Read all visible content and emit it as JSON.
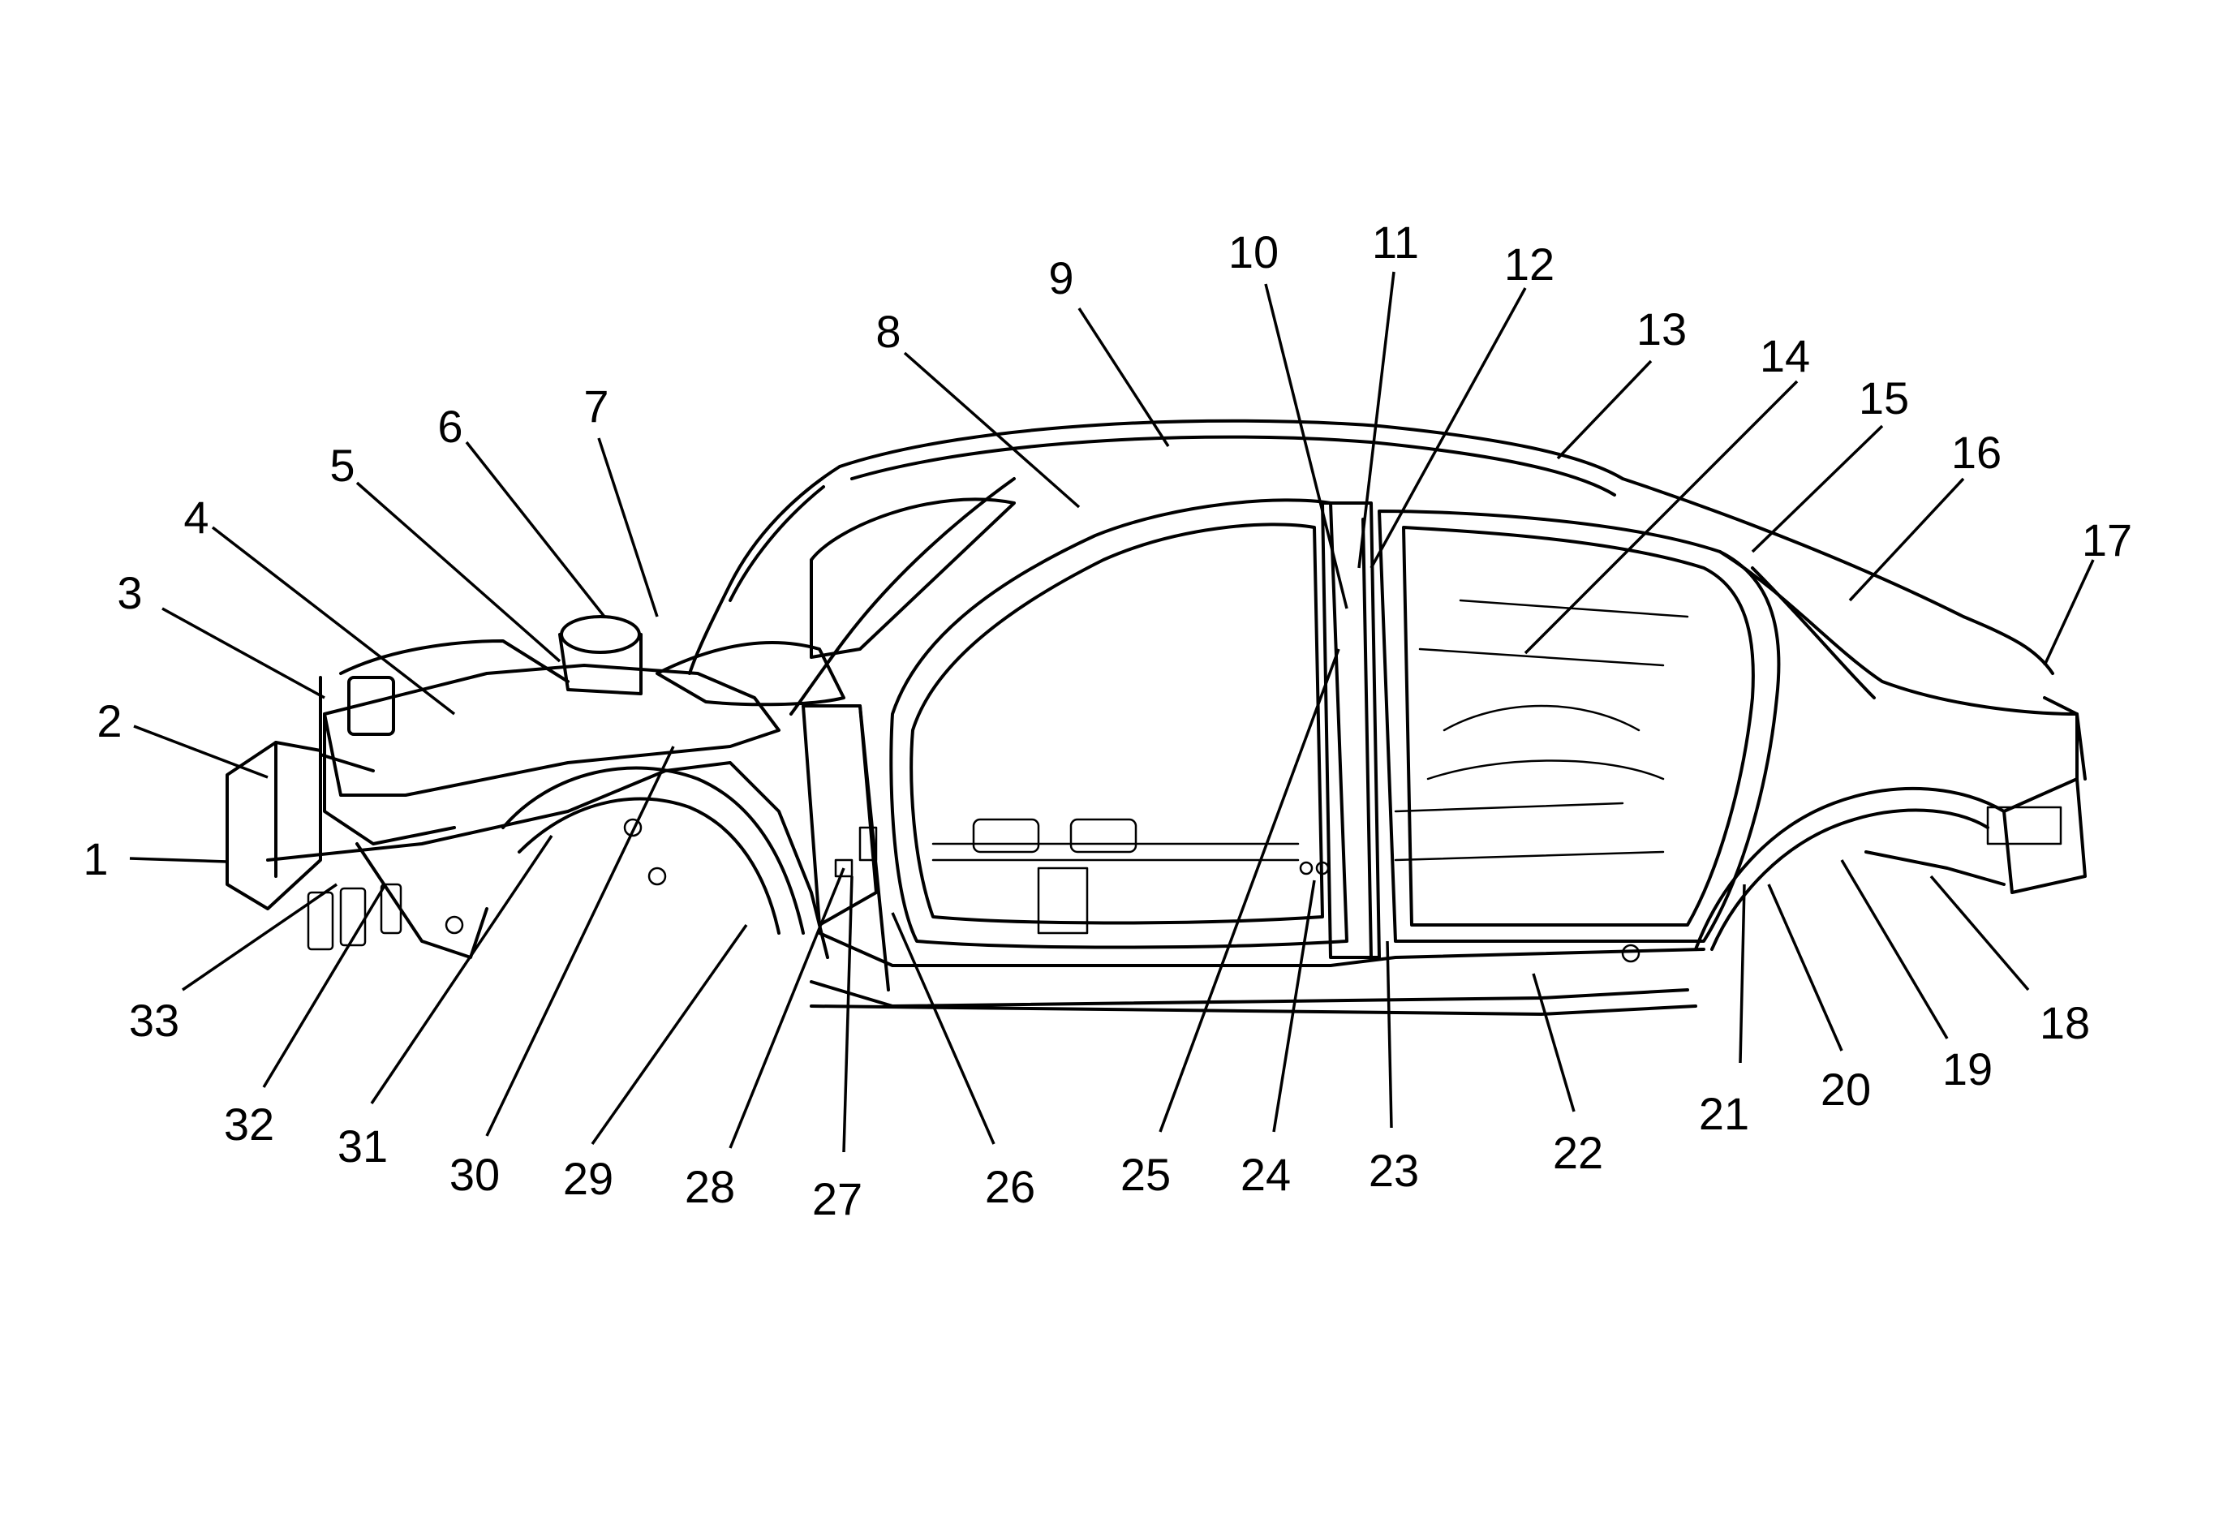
{
  "callouts": [
    {
      "id": 1,
      "label": "1"
    },
    {
      "id": 2,
      "label": "2"
    },
    {
      "id": 3,
      "label": "3"
    },
    {
      "id": 4,
      "label": "4"
    },
    {
      "id": 5,
      "label": "5"
    },
    {
      "id": 6,
      "label": "6"
    },
    {
      "id": 7,
      "label": "7"
    },
    {
      "id": 8,
      "label": "8"
    },
    {
      "id": 9,
      "label": "9"
    },
    {
      "id": 10,
      "label": "10"
    },
    {
      "id": 11,
      "label": "11"
    },
    {
      "id": 12,
      "label": "12"
    },
    {
      "id": 13,
      "label": "13"
    },
    {
      "id": 14,
      "label": "14"
    },
    {
      "id": 15,
      "label": "15"
    },
    {
      "id": 16,
      "label": "16"
    },
    {
      "id": 17,
      "label": "17"
    },
    {
      "id": 18,
      "label": "18"
    },
    {
      "id": 19,
      "label": "19"
    },
    {
      "id": 20,
      "label": "20"
    },
    {
      "id": 21,
      "label": "21"
    },
    {
      "id": 22,
      "label": "22"
    },
    {
      "id": 23,
      "label": "23"
    },
    {
      "id": 24,
      "label": "24"
    },
    {
      "id": 25,
      "label": "25"
    },
    {
      "id": 26,
      "label": "26"
    },
    {
      "id": 27,
      "label": "27"
    },
    {
      "id": 28,
      "label": "28"
    },
    {
      "id": 29,
      "label": "29"
    },
    {
      "id": 30,
      "label": "30"
    },
    {
      "id": 31,
      "label": "31"
    },
    {
      "id": 32,
      "label": "32"
    },
    {
      "id": 33,
      "label": "33"
    }
  ]
}
